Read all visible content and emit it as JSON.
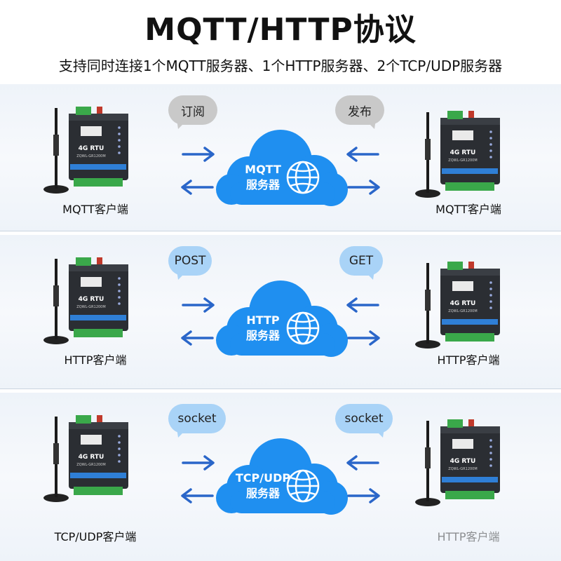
{
  "title": "MQTT/HTTP协议",
  "subtitle": "支持同时连接1个MQTT服务器、1个HTTP服务器、2个TCP/UDP服务器",
  "device": {
    "model": "4G RTU",
    "sub": "ZQWL-GR1200M"
  },
  "rows": [
    {
      "left_bubble": "订阅",
      "right_bubble": "发布",
      "bubble_style": "grey",
      "cloud_line1": "MQTT",
      "cloud_line2": "服务器",
      "left_label": "MQTT客户端",
      "right_label": "MQTT客户端"
    },
    {
      "left_bubble": "POST",
      "right_bubble": "GET",
      "bubble_style": "blue",
      "cloud_line1": "HTTP",
      "cloud_line2": "服务器",
      "left_label": "HTTP客户端",
      "right_label": "HTTP客户端"
    },
    {
      "left_bubble": "socket",
      "right_bubble": "socket",
      "bubble_style": "blue",
      "cloud_line1": "TCP/UDP",
      "cloud_line2": "服务器",
      "left_label": "TCP/UDP客户端",
      "right_label": "HTTP客户端"
    }
  ],
  "colors": {
    "arrow": "#2a66c9",
    "cloud": "#1f8ff0",
    "globe": "#ffffff"
  }
}
